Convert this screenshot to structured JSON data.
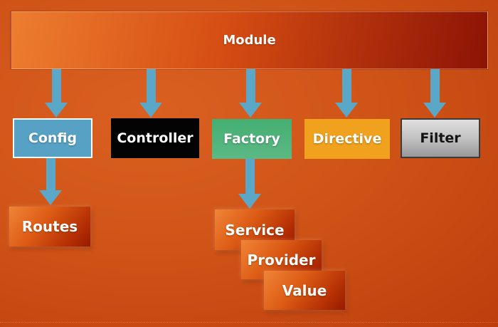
{
  "diagram": {
    "title": "AngularJS module structure diagram",
    "root": {
      "label": "Module"
    },
    "level2": [
      {
        "id": "config",
        "label": "Config",
        "fill": "#57a1c5"
      },
      {
        "id": "controller",
        "label": "Controller",
        "fill": "#030303"
      },
      {
        "id": "factory",
        "label": "Factory",
        "fill": "#4cb377"
      },
      {
        "id": "directive",
        "label": "Directive",
        "fill": "#f0a11e"
      },
      {
        "id": "filter",
        "label": "Filter",
        "fill": "#c2c2c2"
      }
    ],
    "config_child": {
      "label": "Routes"
    },
    "factory_children": [
      {
        "label": "Service"
      },
      {
        "label": "Provider"
      },
      {
        "label": "Value"
      }
    ],
    "arrows": [
      {
        "from": "module",
        "to": "config"
      },
      {
        "from": "module",
        "to": "controller"
      },
      {
        "from": "module",
        "to": "factory"
      },
      {
        "from": "module",
        "to": "directive"
      },
      {
        "from": "module",
        "to": "filter"
      },
      {
        "from": "config",
        "to": "routes"
      },
      {
        "from": "factory",
        "to": "service"
      }
    ]
  },
  "colors": {
    "background_light": "#da6022",
    "background_dark": "#bc3e0d",
    "arrow_blue": "#5ba7c8",
    "module_gradient_start": "#ed7d2f",
    "module_gradient_end": "#8d1305",
    "cascade_gradient_start": "#f08537",
    "cascade_gradient_end": "#961a00",
    "white_text": "#ffffff",
    "filter_text": "#141414"
  }
}
